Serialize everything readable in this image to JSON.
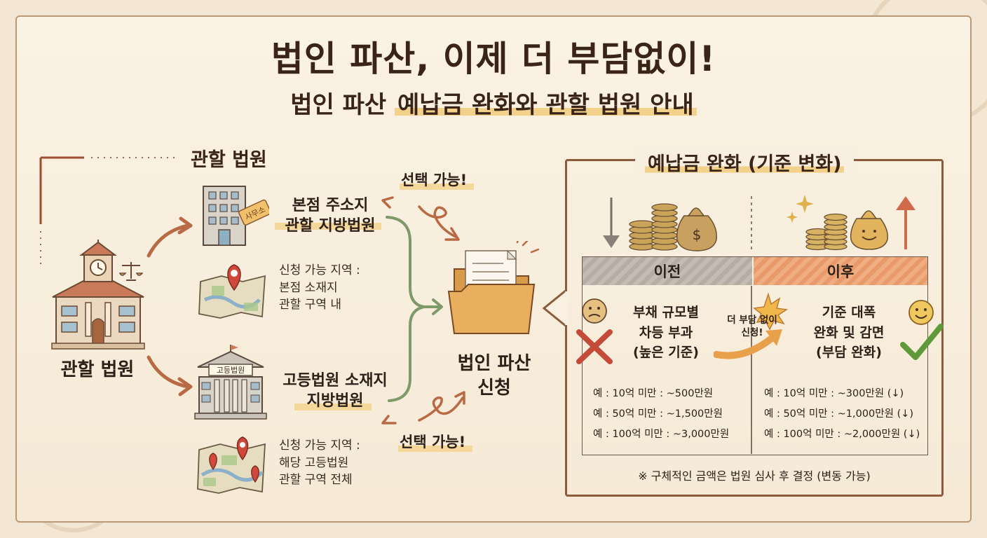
{
  "header": {
    "title": "법인 파산, 이제 더 부담없이!",
    "subtitle_plain": "법인 파산 ",
    "subtitle_highlight": "예납금 완화와 관할 법원 안내",
    "subtitle_tail": ""
  },
  "left": {
    "section_title": "관할 법원",
    "court_label": "관할 법원",
    "option1": {
      "title_line1": "본점 주소지",
      "title_line2": "관할 지방법원",
      "tag_text": "사무소",
      "area_line1": "신청 가능 지역 :",
      "area_line2": "본점 소재지",
      "area_line3": "관할 구역 내"
    },
    "option2": {
      "title_line1": "고등법원 소재지",
      "title_line2": "지방법원",
      "sign_text": "고등법원",
      "area_line1": "신청 가능 지역 :",
      "area_line2": "해당 고등법원",
      "area_line3": "관할 구역 전체"
    },
    "choice_top": "선택 가능!",
    "choice_bottom": "선택 가능!",
    "application_line1": "법인 파산",
    "application_line2": "신청"
  },
  "right": {
    "section_title": "예납금 완화 (기준 변화)",
    "before": {
      "header": "이전",
      "desc_line1": "부채 규모별",
      "desc_line2": "차등 부과",
      "desc_line3": "(높은 기준)",
      "examples": [
        "예 : 10억 미만 : ~500만원",
        "예 : 50억 미만 : ~1,500만원",
        "예 : 100억 미만 : ~3,000만원"
      ]
    },
    "after": {
      "header": "이후",
      "desc_line1": "기준 대폭",
      "desc_line2": "완화 및 감면",
      "desc_line3": "(부담 완화)",
      "examples": [
        "예 : 10억 미만 : ~300만원 (↓)",
        "예 : 50억 미만 : ~1,000만원 (↓)",
        "예 : 100억 미만 : ~2,000만원 (↓)"
      ]
    },
    "arrow_line1": "더 부담 없이",
    "arrow_line2": "신청!",
    "money_symbol": "$",
    "footnote": "※ 구체적인 금액은 법원 심사 후 결정 (변동 가능)"
  },
  "colors": {
    "before_bar": "#b5aca4",
    "after_bar": "#e89a6a",
    "arrow_brown": "#b86a44",
    "bracket_green": "#7f9a6a",
    "check_green": "#5f9a3a",
    "cross_red": "#c44a3a"
  }
}
